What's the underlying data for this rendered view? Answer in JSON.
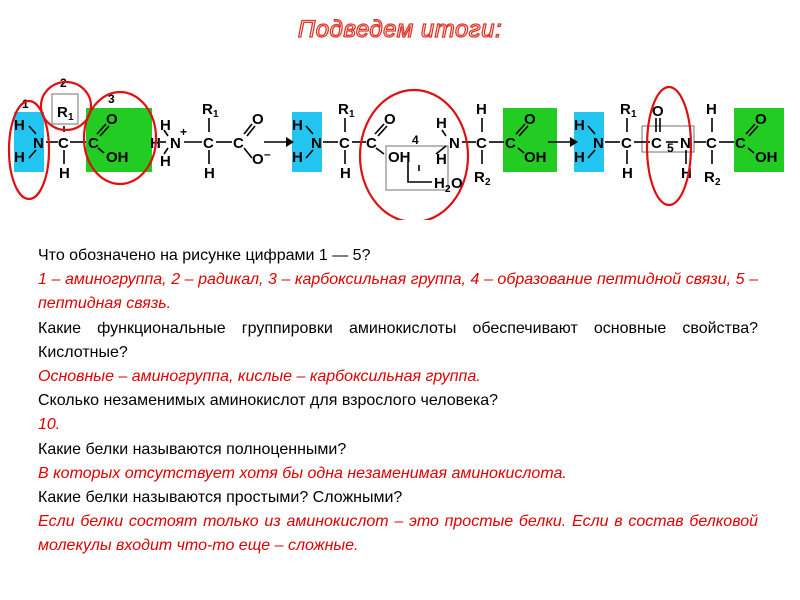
{
  "title": "Подведем итоги:",
  "diagram": {
    "labels": {
      "n1": "1",
      "n2": "2",
      "n3": "3",
      "n4": "4",
      "n5": "5"
    },
    "atoms": {
      "H": "H",
      "N": "N",
      "C": "C",
      "O": "O",
      "OH": "OH",
      "R": "R",
      "sub1": "1",
      "sub2": "2",
      "plus": "+",
      "minus": "–",
      "H2O_H": "H",
      "H2O_2": "2",
      "H2O_O": "O"
    },
    "colors": {
      "amino": "#22c5ef",
      "carboxyl": "#22cc22",
      "circle": "#dd1111"
    }
  },
  "qa": [
    {
      "kind": "question",
      "text": "Что обозначено на рисунке цифрами 1 — 5?"
    },
    {
      "kind": "answer",
      "text": "1 – аминогруппа, 2 – радикал, 3 – карбоксильная группа, 4 – образование пептидной связи, 5 – пептидная связь."
    },
    {
      "kind": "question",
      "text": "Какие функциональные группировки аминокислоты обеспечивают основные свойства? Кислотные?"
    },
    {
      "kind": "answer",
      "text": "Основные – аминогруппа, кислые – карбоксильная группа."
    },
    {
      "kind": "question",
      "text": "Сколько незаменимых аминокислот для взрослого человека?"
    },
    {
      "kind": "answer",
      "text": "10."
    },
    {
      "kind": "question",
      "text": "Какие белки называются полноценными?"
    },
    {
      "kind": "answer",
      "text": "В которых отсутствует хотя бы одна незаменимая аминокислота."
    },
    {
      "kind": "question",
      "text": "Какие белки называются простыми? Сложными?"
    },
    {
      "kind": "answer",
      "text": "Если белки состоят только из аминокислот – это простые белки. Если в состав белковой молекулы входит что-то еще – сложные."
    }
  ]
}
